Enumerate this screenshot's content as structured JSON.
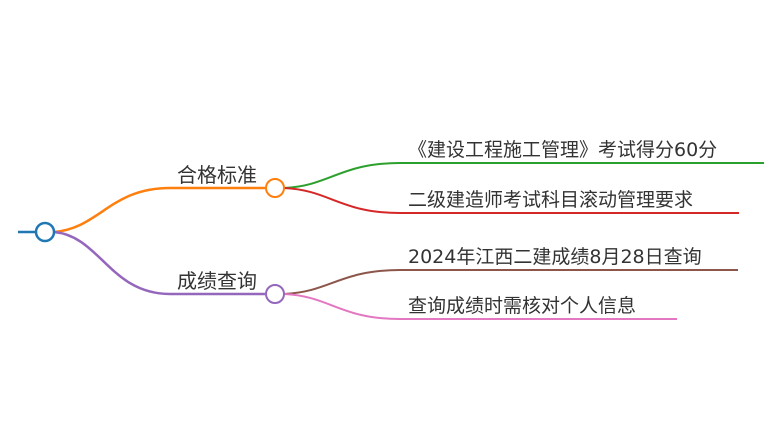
{
  "root": {
    "label": "",
    "color": "#1f77b4"
  },
  "branches": [
    {
      "label": "合格标准",
      "color": "#ff7f0e",
      "children": [
        {
          "label": "《建设工程施工管理》考试得分60分",
          "color": "#2ca02c"
        },
        {
          "label": "二级建造师考试科目滚动管理要求",
          "color": "#d62728"
        }
      ]
    },
    {
      "label": "成绩查询",
      "color": "#9467bd",
      "children": [
        {
          "label": "2024年江西二建成绩8月28日查询",
          "color": "#8c564b"
        },
        {
          "label": "查询成绩时需核对个人信息",
          "color": "#e377c2"
        }
      ]
    }
  ]
}
